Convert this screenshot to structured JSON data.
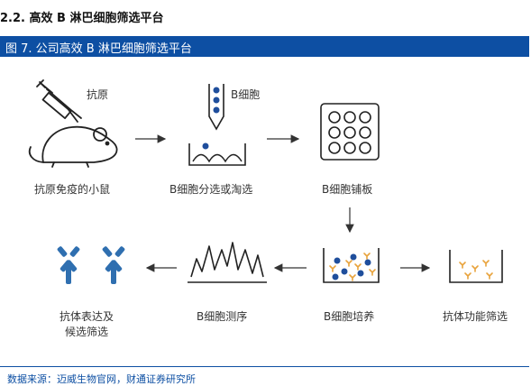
{
  "section": {
    "title": "2.2. 高效 B 淋巴细胞筛选平台"
  },
  "figure": {
    "title": "图 7. 公司高效 B 淋巴细胞筛选平台"
  },
  "diagram": {
    "annotations": {
      "antigen": "抗原",
      "b_cell": "B细胞"
    },
    "steps": [
      {
        "label": "抗原免疫的小鼠"
      },
      {
        "label": "B细胞分选或淘选"
      },
      {
        "label": "B细胞铺板"
      },
      {
        "label": "B细胞培养"
      },
      {
        "label": "抗体功能筛选"
      },
      {
        "label": "B细胞测序"
      },
      {
        "label_line1": "抗体表达及",
        "label_line2": "候选筛选"
      }
    ]
  },
  "source": {
    "text": "数据来源：迈威生物官网，财通证券研究所"
  },
  "colors": {
    "accent": "#0d4fa3",
    "antibody_blue": "#2f6fb0",
    "cell_blue": "#1f4e9c",
    "orange": "#e8a33c",
    "line": "#333333"
  }
}
